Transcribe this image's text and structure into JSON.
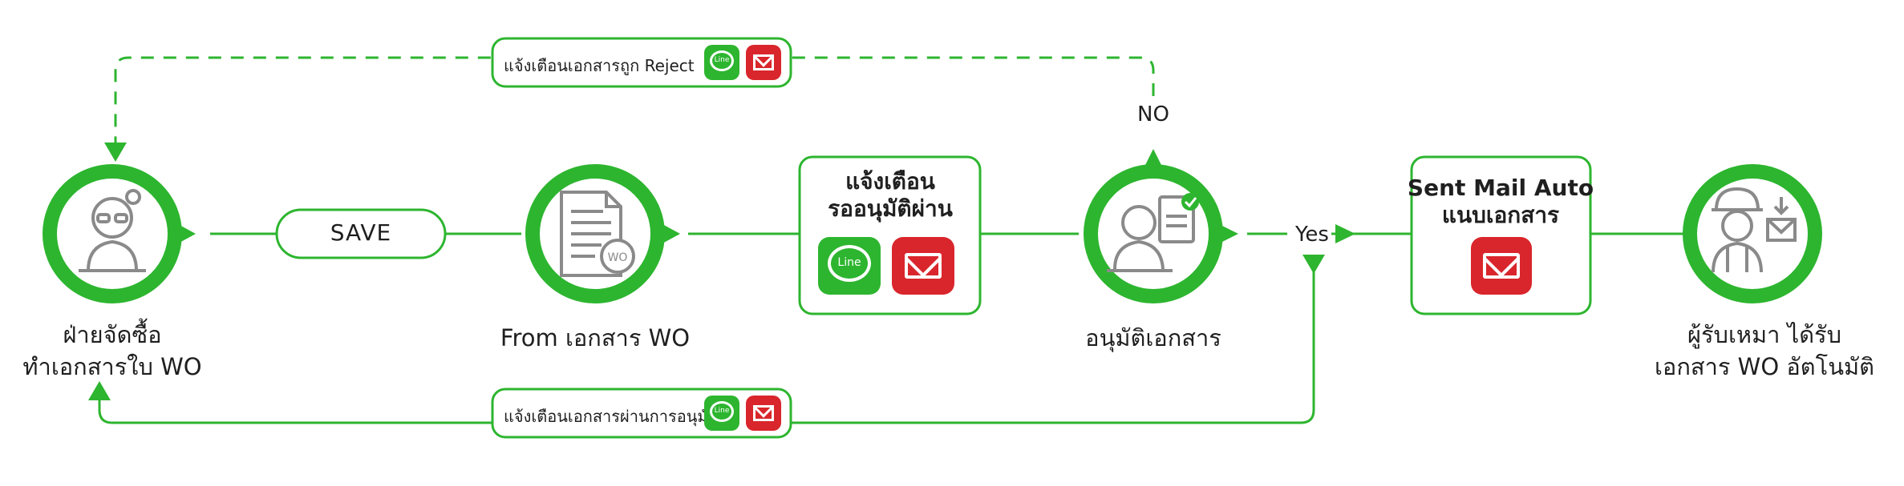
{
  "colors": {
    "green": "#2db52f",
    "green_dark": "#1e9c22",
    "red": "#d9262c",
    "gray_icon": "#8a8a8a"
  },
  "nodes": [
    {
      "id": "purchasing",
      "icon": "officer-woman-icon",
      "label_lines": [
        "ฝ่ายจัดซื้อ",
        "ทำเอกสารใบ WO"
      ]
    },
    {
      "id": "form",
      "icon": "wo-document-icon",
      "label_lines": [
        "From เอกสาร WO"
      ]
    },
    {
      "id": "approve",
      "icon": "approver-man-icon",
      "label_lines": [
        "อนุมัติเอกสาร"
      ]
    },
    {
      "id": "contractor",
      "icon": "worker-mail-icon",
      "label_lines": [
        "ผู้รับเหมา ได้รับ",
        "เอกสาร WO อัตโนมัติ"
      ]
    }
  ],
  "save_pill": {
    "label": "SAVE"
  },
  "notify_box": {
    "lines": [
      "แจ้งเตือน",
      "รออนุมัติผ่าน"
    ],
    "line_badge": "Line"
  },
  "mail_box": {
    "lines": [
      "Sent Mail Auto",
      "แนบเอกสาร"
    ]
  },
  "branches": {
    "no_label": "NO",
    "yes_label": "Yes"
  },
  "reject_note": {
    "label": "แจ้งเตือนเอกสารถูก Reject",
    "line_badge": "Line"
  },
  "approved_note": {
    "label": "แจ้งเตือนเอกสารผ่านการอนุมัติ",
    "line_badge": "Line"
  }
}
